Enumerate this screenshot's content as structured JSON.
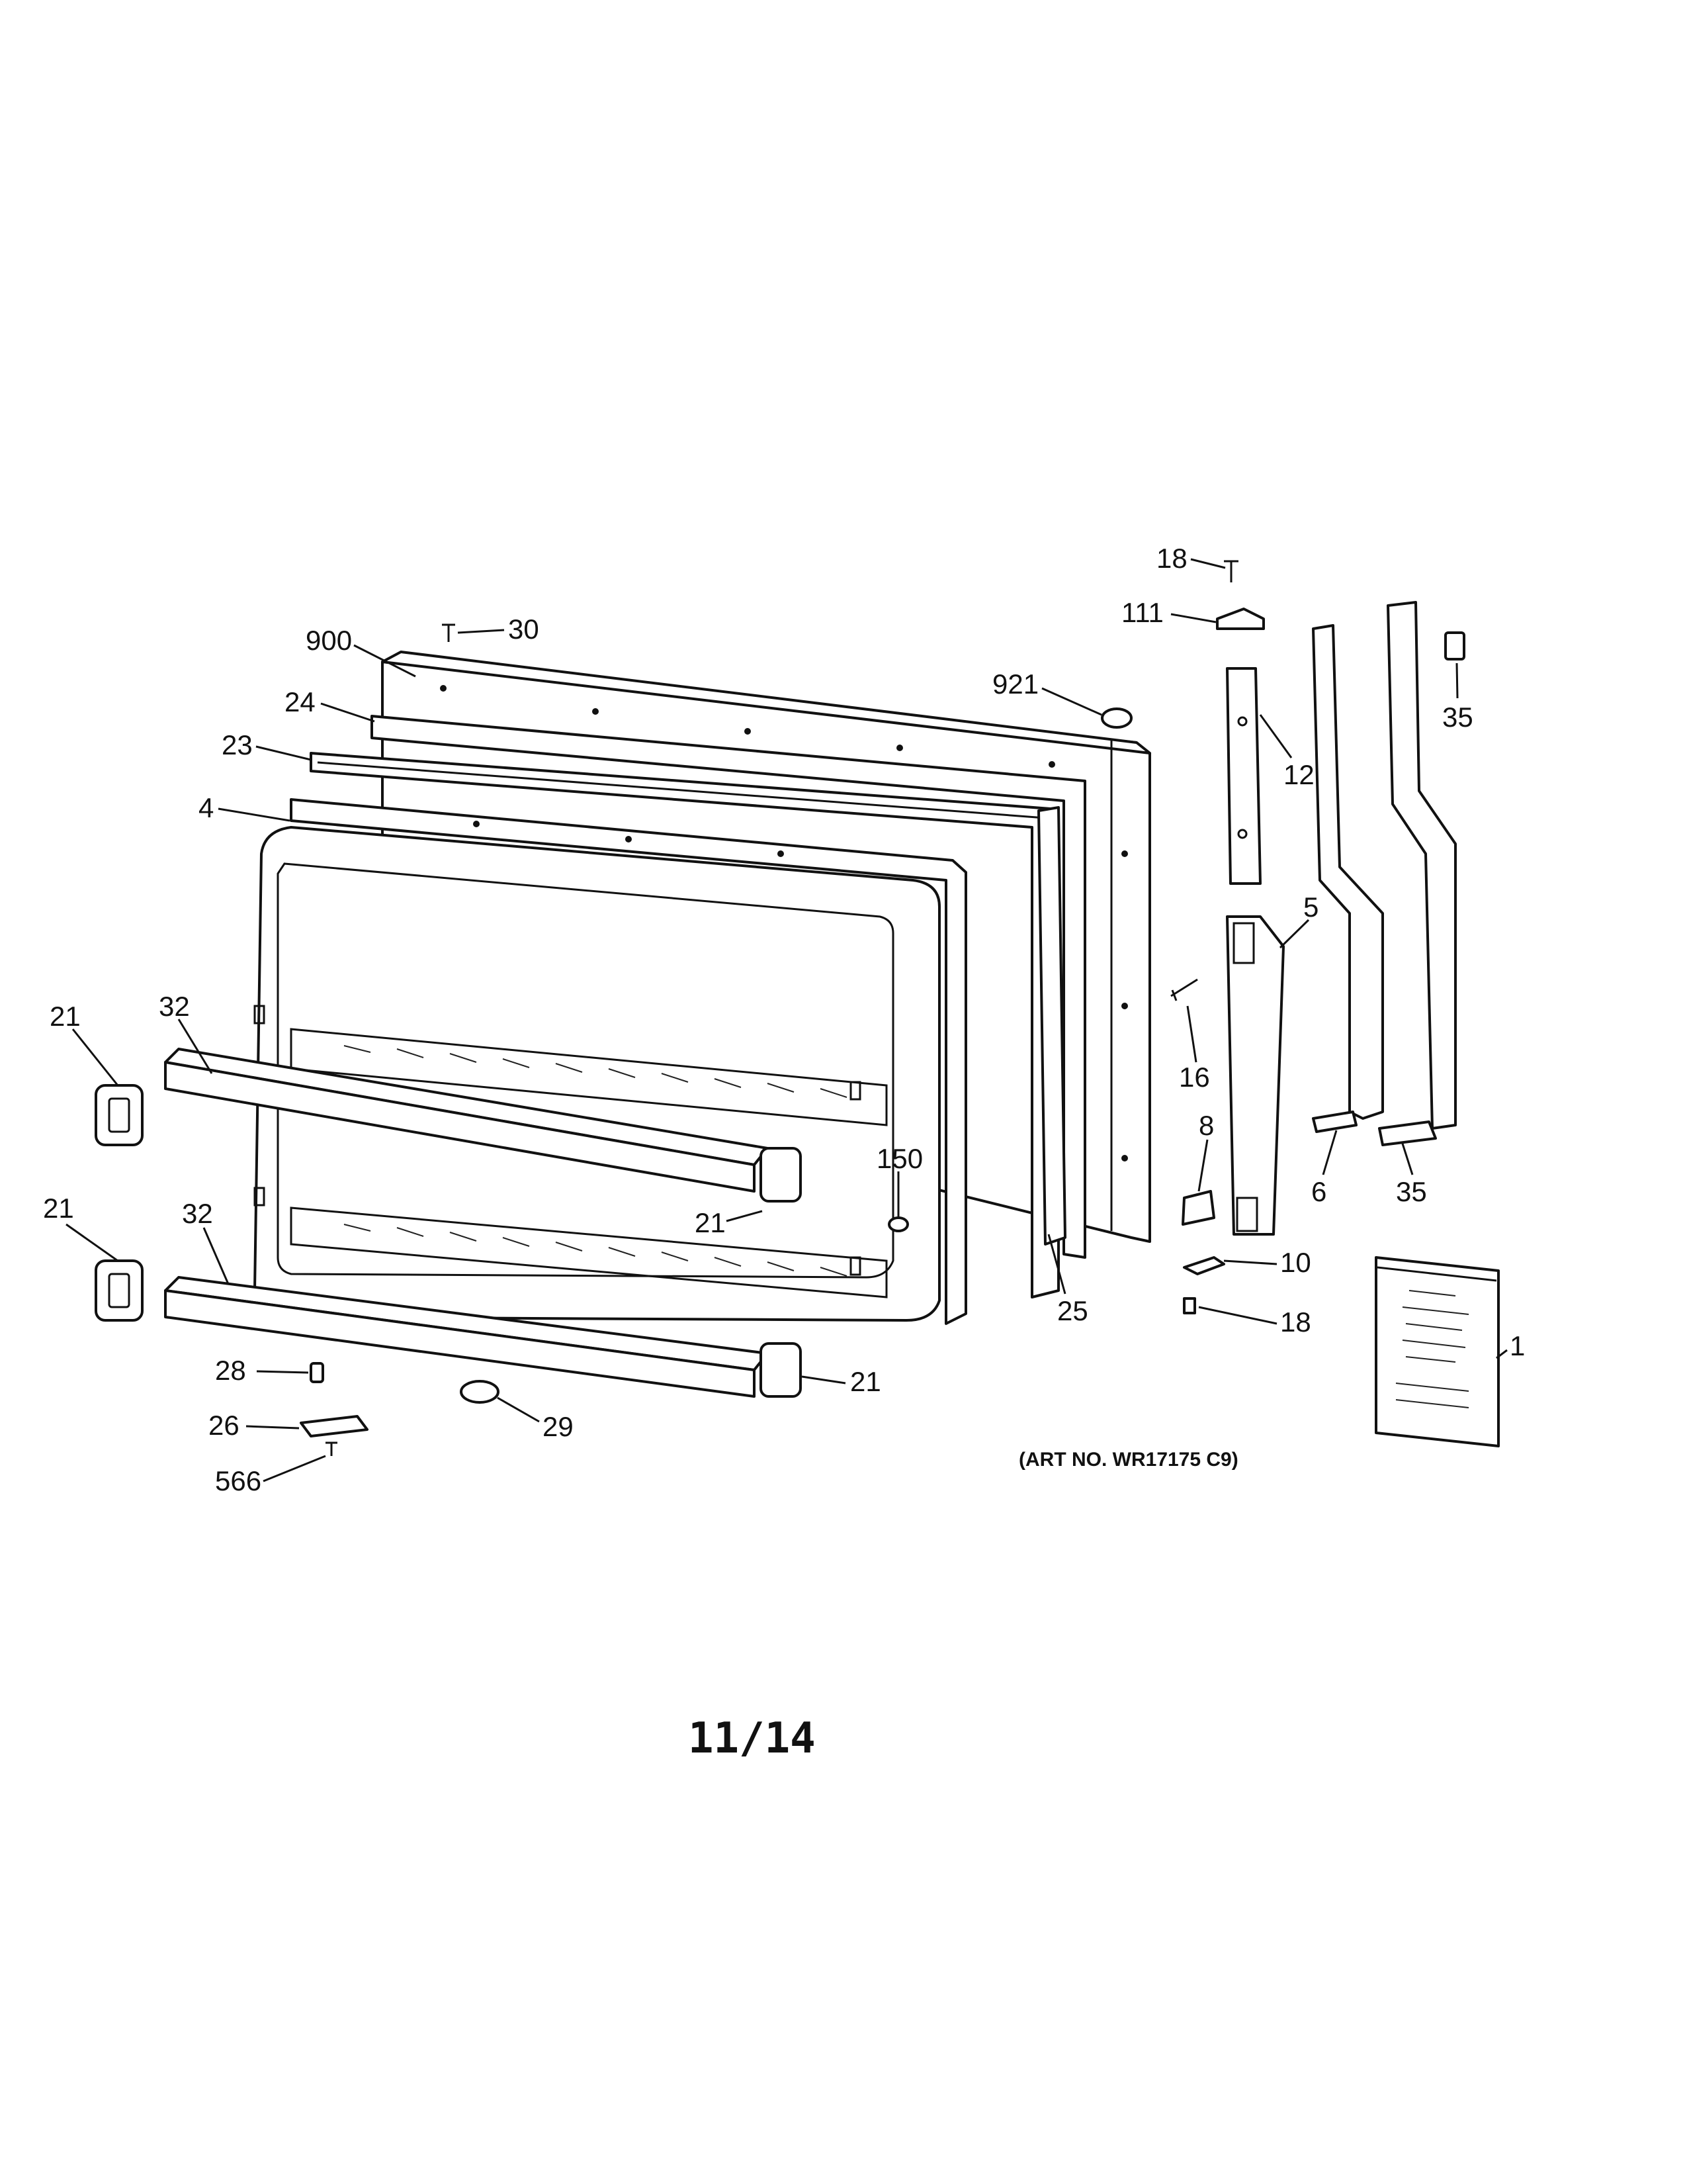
{
  "callouts": {
    "c18a": "18",
    "c111": "111",
    "c30": "30",
    "c900": "900",
    "c921": "921",
    "c35a": "35",
    "c24": "24",
    "c12": "12",
    "c23": "23",
    "c4": "4",
    "c5": "5",
    "c21a": "21",
    "c32a": "32",
    "c16": "16",
    "c150": "150",
    "c8": "8",
    "c6": "6",
    "c35b": "35",
    "c21b": "21",
    "c32b": "32",
    "c21c": "21",
    "c10": "10",
    "c25": "25",
    "c18b": "18",
    "c1": "1",
    "c21d": "21",
    "c28": "28",
    "c26": "26",
    "c29": "29",
    "c566": "566"
  },
  "art_number": "(ART NO. WR17175 C9)",
  "page_number": "11/14"
}
